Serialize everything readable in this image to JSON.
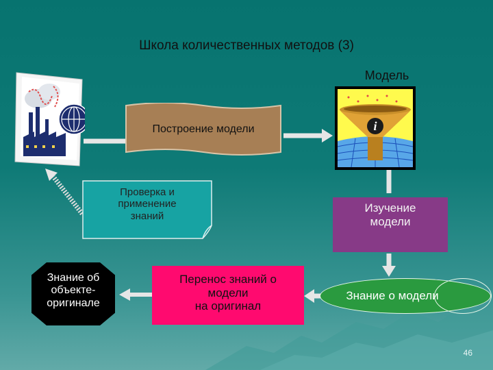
{
  "title": "Школа количественных методов (3)",
  "nodes": {
    "model_label": "Модель",
    "build": "Построение модели",
    "check": "Проверка и\nприменение\nзнаний",
    "study": "Изучение\nмодели",
    "knowledge_model": "Знание о модели",
    "transfer": "Перенос знаний о\nмодели\nна оригинал",
    "knowledge_object": "Знание об\nобъекте-\nоригинале"
  },
  "icons": {
    "original": "factory-globe-icon",
    "model": "funnel-info-icon"
  },
  "colors": {
    "build": "#a77f55",
    "check": "#17a3a3",
    "study": "#873a87",
    "transfer": "#ff0a6f",
    "knowledge_model": "#2a9a3f",
    "knowledge_object": "#000000",
    "arrows": "#dcdcdc"
  },
  "page_number": "46"
}
